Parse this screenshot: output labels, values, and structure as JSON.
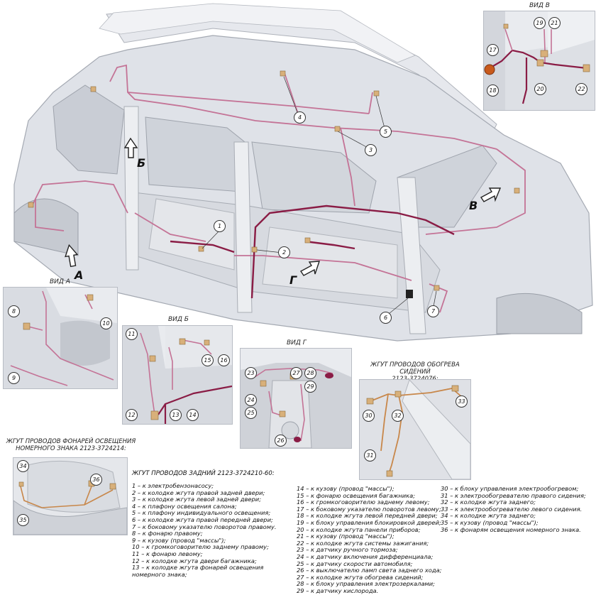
{
  "views": {
    "a": "ВИД А",
    "b": "ВИД Б",
    "v": "ВИД В",
    "g": "ВИД Г"
  },
  "letters": {
    "a": "А",
    "b": "Б",
    "v": "В",
    "g": "Г"
  },
  "seat_harness_title": "ЖГУТ ПРОВОДОВ ОБОГРЕВА СИДЕНИЙ\n2123-3724076:",
  "plate_harness_title": "ЖГУТ ПРОВОДОВ ФОНАРЕЙ ОСВЕЩЕНИЯ\nНОМЕРНОГО ЗНАКА 2123-3724214:",
  "legend_title": "ЖГУТ ПРОВОДОВ ЗАДНИЙ 2123-3724210-60:",
  "legend_col1": [
    "1 – к электробензонасосу;",
    "2 – к колодке жгута правой задней двери;",
    "3 – к колодке жгута левой задней двери;",
    "4 – к плафону освещения салона;",
    "5 – к плафону индивидуального освещения;",
    "6 – к колодке жгута правой передней двери;",
    "7 – к боковому указателю поворотов правому.",
    "8 – к фонарю правому;",
    "9 – к кузову (провод \"массы\");",
    "10 – к громкоговорителю заднему правому;",
    "11 – к фонарю левому;",
    "12 – к колодке жгута двери багажника;",
    "13 – к колодке жгута фонарей освещения номерного знака;"
  ],
  "legend_col2": [
    "14 – к кузову (провод \"массы\");",
    "15 – к фонарю освещения багажника;",
    "16 – к громкоговорителю заднему левому;",
    "17 – к боковому указателю поворотов левому;",
    "18 – к колодке жгута левой передней двери;",
    "19 – к блоку управления блокировкой дверей;",
    "20 – к колодке жгута панели приборов;",
    "21 – к кузову (провод \"масcы\");",
    "22 – к колодке жгута системы зажигания;",
    "23 – к датчику ручного тормоза;",
    "24 – к датчику включения дифференциала;",
    "25 – к датчику скорости автомобиля;",
    "26 – к выключателю ламп света заднего хода;",
    "27 – к колодке жгута обогрева сидений;",
    "28 – к блоку управления электрозеркалами;",
    "29 – к датчику кислорода."
  ],
  "legend_col3": [
    "30 – к блоку управления электрообогревом;",
    "31 – к электрообогревателю правого сидения;",
    "32 – к колодке жгута заднего;",
    "33 – к электрообогревателю левого сидения.",
    "34 – к колодке жгута заднего;",
    "35 – к кузову (провод \"массы\");",
    "36 – к фонарям освещения номерного знака."
  ],
  "callouts": {
    "main": [
      "1",
      "2",
      "3",
      "4",
      "5",
      "6",
      "7"
    ],
    "view_a": [
      "8",
      "9",
      "10"
    ],
    "view_b": [
      "11",
      "12",
      "13",
      "14",
      "15",
      "16"
    ],
    "view_v": [
      "17",
      "18",
      "19",
      "20",
      "21",
      "22"
    ],
    "view_g": [
      "23",
      "24",
      "25",
      "26",
      "27",
      "28",
      "29"
    ],
    "seat": [
      "30",
      "31",
      "32",
      "33"
    ],
    "plate": [
      "34",
      "35",
      "36"
    ]
  },
  "colors": {
    "harness": "#b0507c",
    "harness_dark": "#8a1c45",
    "body": "#dfe2e8",
    "seat_harness": "#c8874a",
    "connector": "#d8b07a"
  }
}
